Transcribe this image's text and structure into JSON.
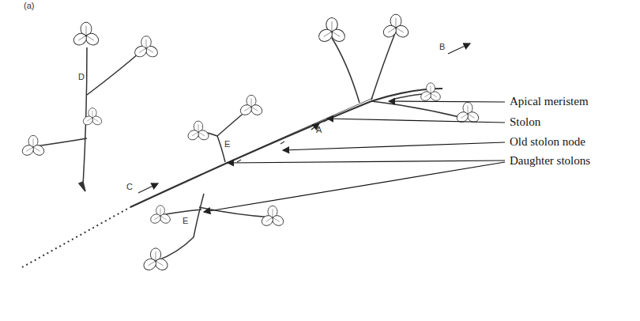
{
  "diagram": {
    "labels": [
      "(a)",
      "D",
      "B",
      "A",
      "C",
      "E",
      "E",
      "Apical meristem",
      "Stolon",
      "Old stolon node",
      "Daughter stolons"
    ]
  }
}
